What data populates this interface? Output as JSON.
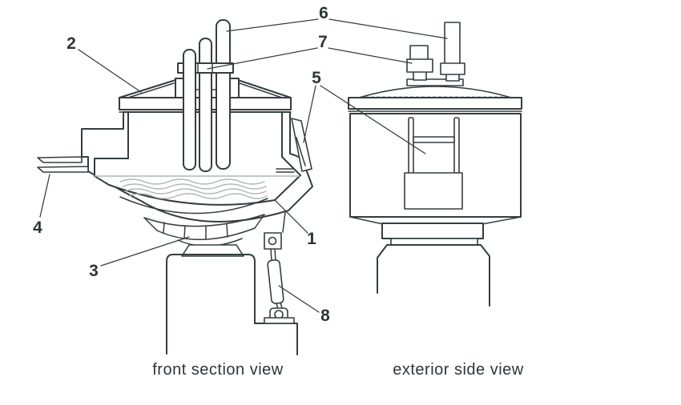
{
  "figure": {
    "type": "technical-diagram",
    "labels": [
      {
        "text": "1"
      },
      {
        "text": "2"
      },
      {
        "text": "3"
      },
      {
        "text": "4"
      },
      {
        "text": "5"
      },
      {
        "text": "6"
      },
      {
        "text": "7"
      },
      {
        "text": "8"
      }
    ],
    "captions": {
      "front": "front section view",
      "side": "exterior side view"
    },
    "colors": {
      "background": "#ffffff",
      "line": "#353d40",
      "wave": "#aeb6b6",
      "dash": "#98a2a2",
      "text": "#2e3538"
    }
  }
}
